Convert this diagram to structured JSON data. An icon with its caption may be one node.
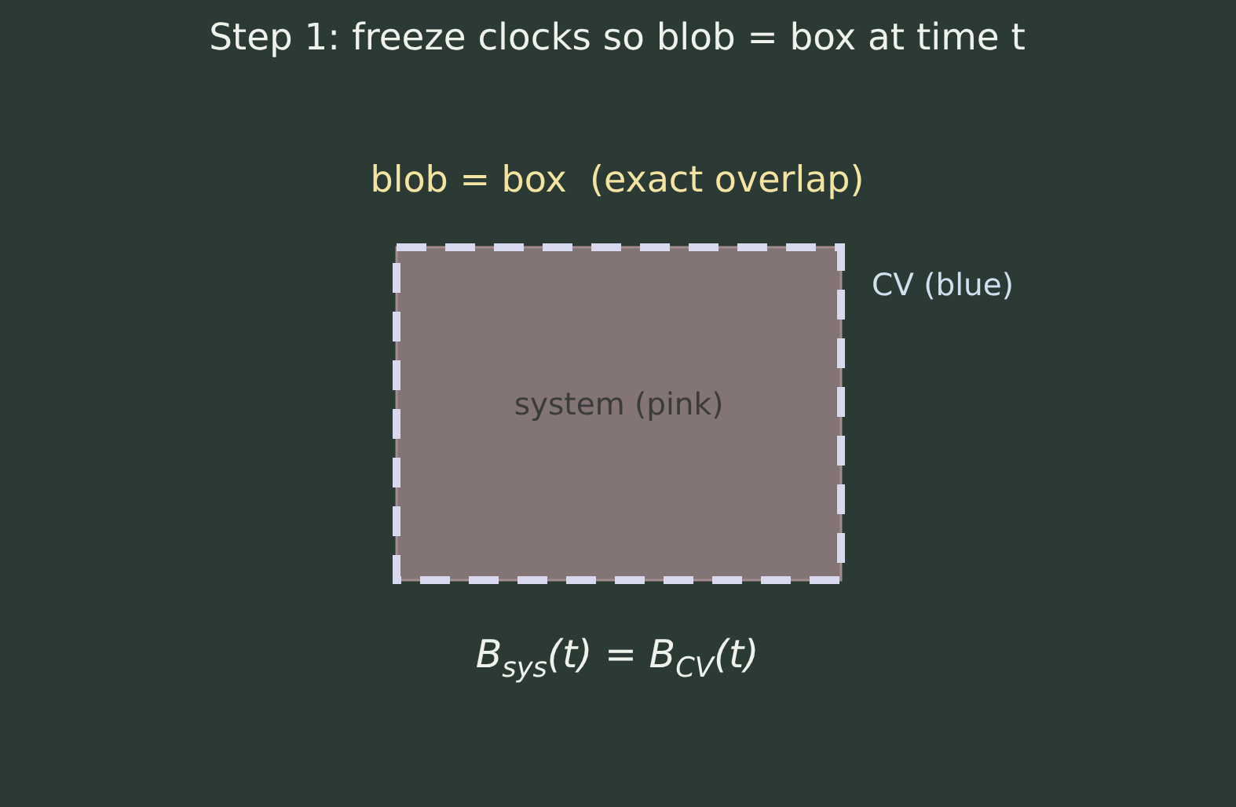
{
  "diagram": {
    "title": "Step 1: freeze clocks so blob = box at time t",
    "nodes": [
      {
        "text": [
          "system (pink)"
        ],
        "beside": [
          "CV (blue)"
        ]
      }
    ],
    "labels": [
      "blob = box  (exact overlap)",
      "B$_{sys}$(t) = B$_{CV}$(t)"
    ]
  }
}
